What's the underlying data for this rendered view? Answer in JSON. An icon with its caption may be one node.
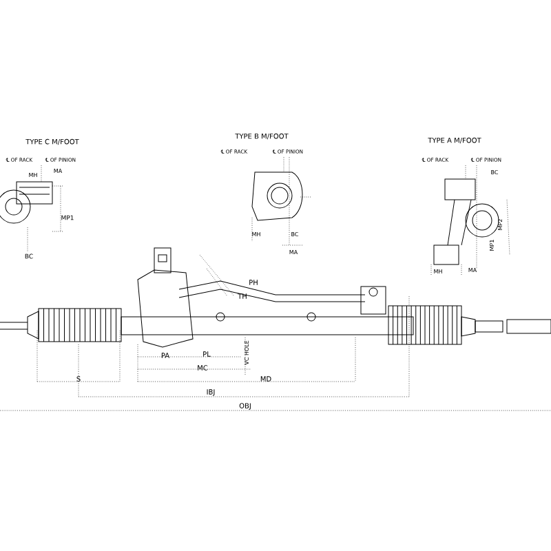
{
  "diagram": {
    "labels": [
      "TYPE C M/FOOT",
      "℄ OF RACK",
      "℄ OF PINION",
      "MH",
      "MA",
      "MP1",
      "BC",
      "TYPE B M/FOOT",
      "℄ OF RACK",
      "℄ OF PINION",
      "MH",
      "BC",
      "MA",
      "TYPE A M/FOOT",
      "℄ OF RACK",
      "℄ OF PINION",
      "BC",
      "MP2",
      "MP1",
      "MH",
      "MA",
      "PH",
      "TH",
      "PA",
      "PL",
      "MC",
      "VC HOLE",
      "S",
      "MD",
      "IBJ",
      "OBJ"
    ]
  }
}
